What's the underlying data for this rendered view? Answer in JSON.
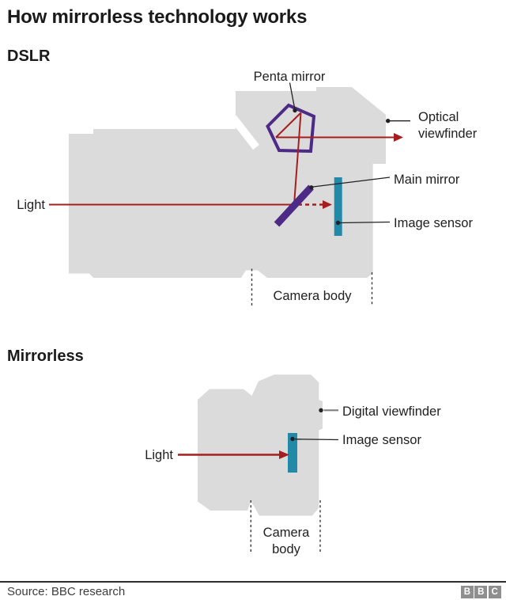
{
  "title": "How mirrorless technology works",
  "colors": {
    "body_gray": "#dbdbdb",
    "light_red": "#a51f1f",
    "mirror_purple": "#4e2a87",
    "sensor_teal": "#2289a8",
    "pointer_black": "#222222",
    "pointer_gray": "#7f7f7f",
    "dash_gray": "#3a3a3a",
    "logo_gray": "#8f8f8f"
  },
  "dslr": {
    "heading": "DSLR",
    "labels": {
      "penta_mirror": "Penta mirror",
      "optical_viewfinder": "Optical viewfinder",
      "main_mirror": "Main mirror",
      "light": "Light",
      "image_sensor": "Image sensor",
      "camera_body": "Camera body"
    }
  },
  "mirrorless": {
    "heading": "Mirrorless",
    "labels": {
      "digital_viewfinder": "Digital viewfinder",
      "image_sensor": "Image sensor",
      "light": "Light",
      "camera_body": "Camera body"
    }
  },
  "footer": {
    "source": "Source: BBC research",
    "logo_letters": [
      "B",
      "B",
      "C"
    ]
  }
}
